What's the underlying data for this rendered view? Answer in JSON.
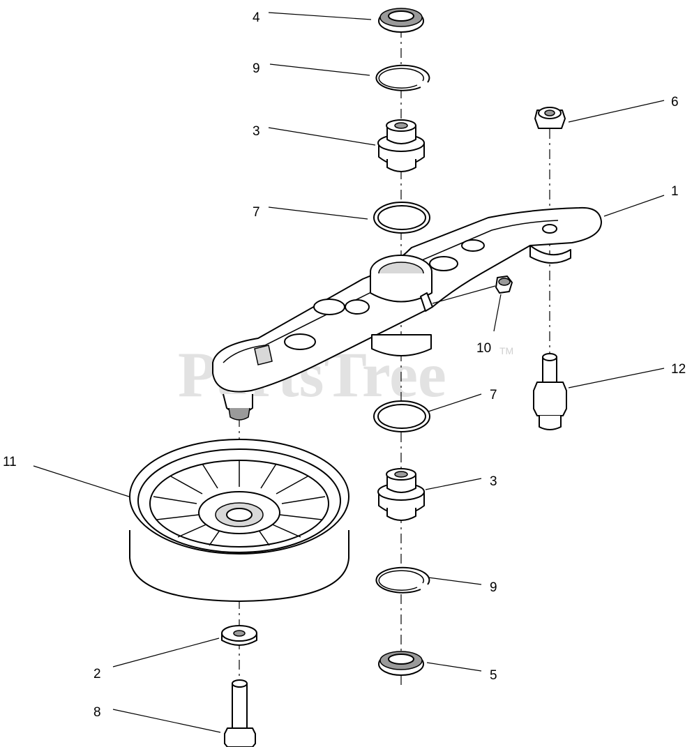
{
  "watermark": {
    "text": "PartsTree",
    "trademark": "TM"
  },
  "callouts": [
    {
      "id": "c4a",
      "label": "4"
    },
    {
      "id": "c9a",
      "label": "9"
    },
    {
      "id": "c3a",
      "label": "3"
    },
    {
      "id": "c7a",
      "label": "7"
    },
    {
      "id": "c6",
      "label": "6"
    },
    {
      "id": "c1",
      "label": "1"
    },
    {
      "id": "c10",
      "label": "10"
    },
    {
      "id": "c12",
      "label": "12"
    },
    {
      "id": "c7b",
      "label": "7"
    },
    {
      "id": "c11",
      "label": "11"
    },
    {
      "id": "c3b",
      "label": "3"
    },
    {
      "id": "c9b",
      "label": "9"
    },
    {
      "id": "c2",
      "label": "2"
    },
    {
      "id": "c5",
      "label": "5"
    },
    {
      "id": "c8",
      "label": "8"
    }
  ]
}
